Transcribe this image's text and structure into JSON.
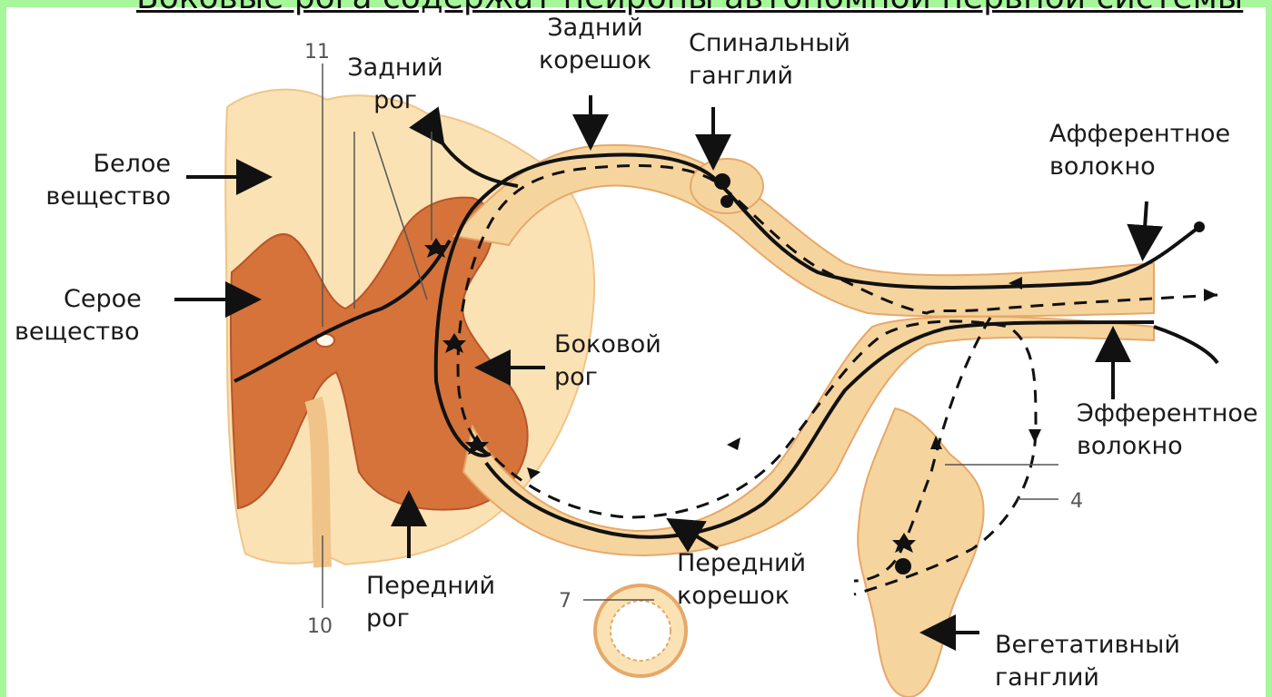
{
  "slide": {
    "title_fragment": "Боковые рога содержат нейроны автономной нервной системы"
  },
  "colors": {
    "frame_green": "#a6f79a",
    "white_matter": "#fbe2b4",
    "gray_matter": "#d5733a",
    "root_fill": "#f6d49d",
    "background": "#ffffff"
  },
  "labels": {
    "white_matter": [
      "Белое",
      "вещество"
    ],
    "gray_matter": [
      "Серое",
      "вещество"
    ],
    "posterior_horn": [
      "Задний",
      "рог"
    ],
    "posterior_root": [
      "Задний",
      "корешок"
    ],
    "spinal_ganglion": [
      "Спинальный",
      "ганглий"
    ],
    "afferent_fiber": [
      "Афферентное",
      "волокно"
    ],
    "lateral_horn": [
      "Боковой",
      "рог"
    ],
    "efferent_fiber": [
      "Эфферентное",
      "волокно"
    ],
    "anterior_horn": [
      "Передний",
      "рог"
    ],
    "anterior_root": [
      "Передний",
      "корешок"
    ],
    "autonomic_ganglion": [
      "Вегетативный",
      "ганглий"
    ]
  },
  "numbers": {
    "n11": "11",
    "n10": "10",
    "n7": "7",
    "n4": "4"
  }
}
